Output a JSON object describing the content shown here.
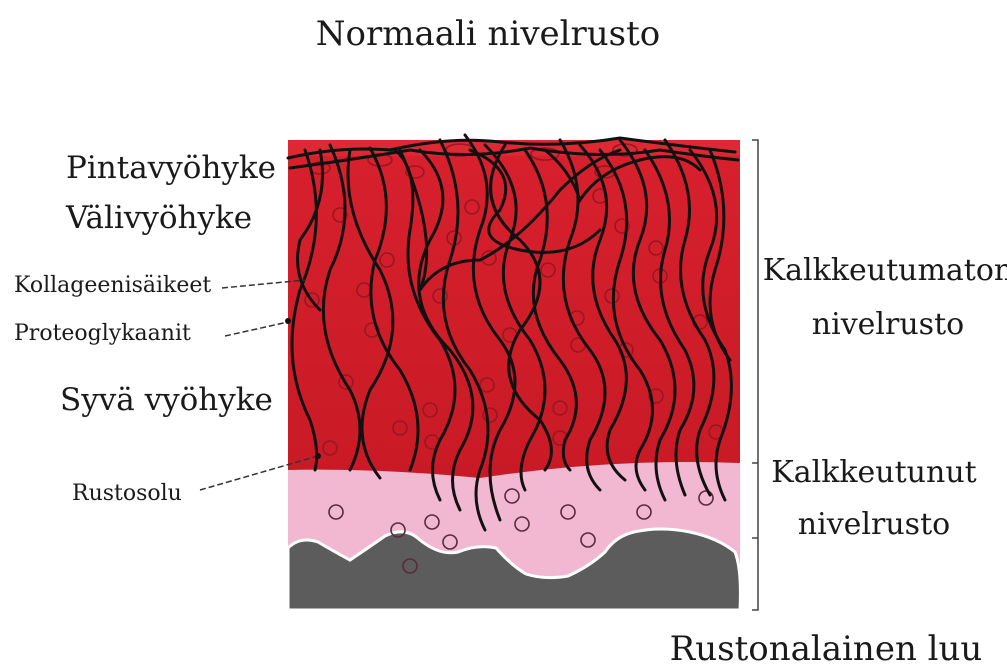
{
  "title": "Normaali nivelrusto",
  "labels": {
    "surface_zone": "Pintavyöhyke",
    "middle_zone": "Välivyöhyke",
    "collagen_fibers": "Kollageenisäikeet",
    "proteoglycans": "Proteoglykaanit",
    "deep_zone": "Syvä vyöhyke",
    "chondrocyte": "Rustosolu",
    "uncalcified_line1": "Kalkkeutumaton",
    "uncalcified_line2": "nivelrusto",
    "calcified_line1": "Kalkkeutunut",
    "calcified_line2": "nivelrusto",
    "subchondral_bone": "Rustonalainen luu"
  },
  "colors": {
    "uncalcified_cartilage": "#d41e2b",
    "calcified_cartilage": "#f2b8d2",
    "bone": "#5c5c5c",
    "fiber": "#111111",
    "cell_outline_red": "#9a1620"
  }
}
